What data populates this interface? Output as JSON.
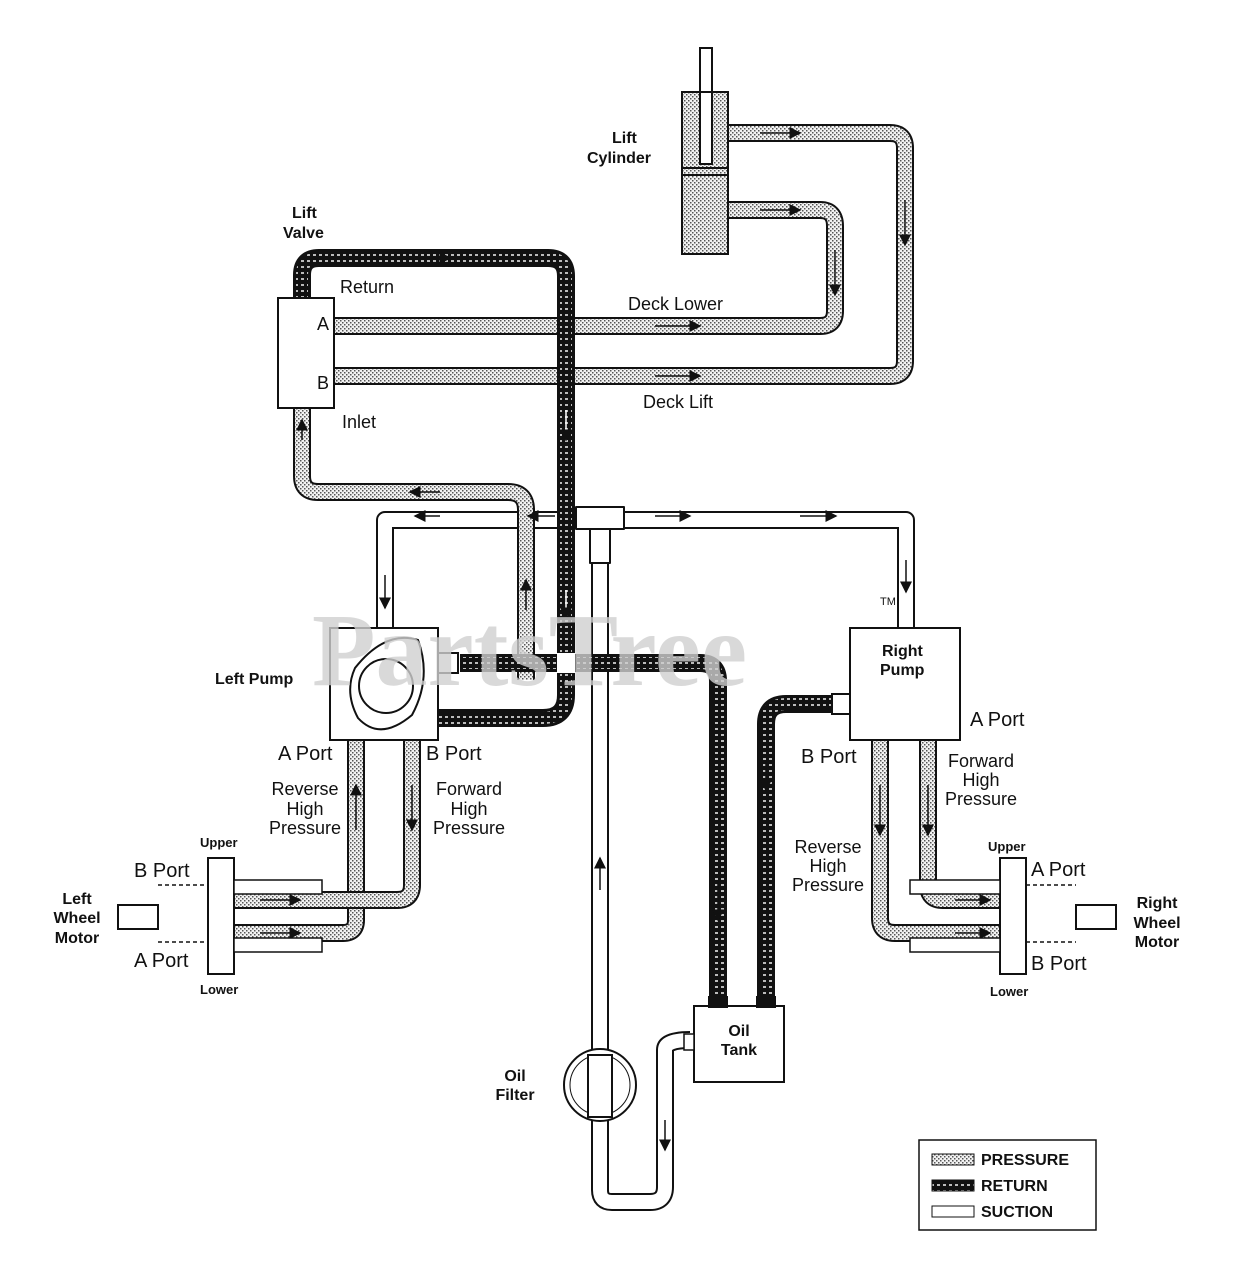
{
  "watermark": "PartsTree",
  "trademark": "TM",
  "labels": {
    "lift_cylinder": [
      "Lift",
      "Cylinder"
    ],
    "lift_valve": [
      "Lift",
      "Valve"
    ],
    "valve_port_a": "A",
    "valve_port_b": "B",
    "return": "Return",
    "inlet": "Inlet",
    "deck_lower": "Deck Lower",
    "deck_lift": "Deck Lift",
    "left_pump": "Left Pump",
    "right_pump": [
      "Right",
      "Pump"
    ],
    "left_pump_a_port": "A Port",
    "left_pump_b_port": "B Port",
    "right_pump_a_port": "A Port",
    "right_pump_b_port": "B Port",
    "left_reverse": [
      "Reverse",
      "High",
      "Pressure"
    ],
    "left_forward": [
      "Forward",
      "High",
      "Pressure"
    ],
    "right_forward": [
      "Forward",
      "High",
      "Pressure"
    ],
    "right_reverse": [
      "Reverse",
      "High",
      "Pressure"
    ],
    "left_motor": [
      "Left",
      "Wheel",
      "Motor"
    ],
    "right_motor": [
      "Right",
      "Wheel",
      "Motor"
    ],
    "left_upper": "Upper",
    "left_lower": "Lower",
    "right_upper": "Upper",
    "right_lower": "Lower",
    "left_motor_b_port": "B Port",
    "left_motor_a_port": "A Port",
    "right_motor_a_port": "A Port",
    "right_motor_b_port": "B Port",
    "oil_tank": [
      "Oil",
      "Tank"
    ],
    "oil_filter": [
      "Oil",
      "Filter"
    ]
  },
  "legend": [
    {
      "key": "pressure",
      "label": "PRESSURE"
    },
    {
      "key": "return",
      "label": "RETURN"
    },
    {
      "key": "suction",
      "label": "SUCTION"
    }
  ]
}
